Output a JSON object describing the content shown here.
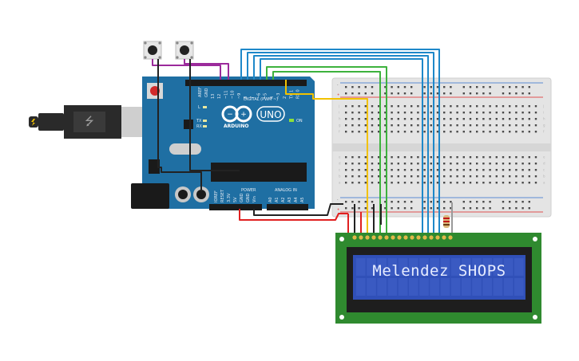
{
  "board": {
    "brand": "ARDUINO",
    "model": "UNO",
    "header_labels": {
      "digital": "DIGITAL (PWM ~)",
      "power": "POWER",
      "analog": "ANALOG IN",
      "aref": "AREF",
      "gnd": "GND",
      "l": "L",
      "tx": "TX",
      "rx": "RX",
      "on": "ON"
    },
    "digital_pins": [
      "13",
      "12",
      "~11",
      "~10",
      "~9",
      "8",
      "7",
      "~6",
      "~5",
      "4",
      "~3",
      "2",
      "TX 1",
      "RX 0"
    ],
    "power_pins": [
      "IOREF",
      "RESET",
      "3.3V",
      "5V",
      "GND",
      "GND",
      "Vin"
    ],
    "analog_pins": [
      "A0",
      "A1",
      "A2",
      "A3",
      "A4",
      "A5"
    ]
  },
  "breadboard": {
    "rail_signs": [
      "+",
      "-"
    ],
    "row_letters": [
      "j",
      "i",
      "h",
      "g",
      "f",
      "e",
      "d",
      "c",
      "b",
      "a"
    ]
  },
  "lcd": {
    "text": "Melendez SHOPS",
    "colors": {
      "pcb": "#2f8a2f",
      "screen": "#3050b8",
      "text": "#e6ecff"
    }
  },
  "colors": {
    "board": "#1f6fa3",
    "wire_blue": "#1e88c9",
    "wire_green": "#3db23d",
    "wire_yellow": "#f2c200",
    "wire_purple": "#9b2a9b",
    "wire_red": "#e02020",
    "wire_black": "#222222"
  }
}
